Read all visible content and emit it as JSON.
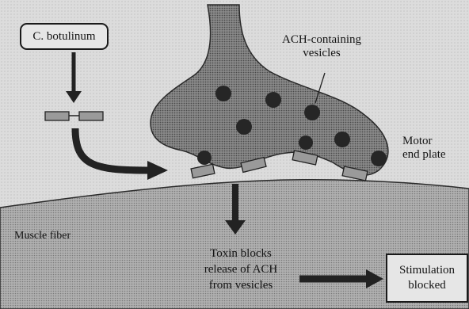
{
  "organism": {
    "label": "C. botulinum"
  },
  "labels": {
    "vesicles": [
      "ACH-containing",
      "vesicles"
    ],
    "endplate": [
      "Motor",
      "end plate"
    ],
    "muscle": "Muscle fiber",
    "toxin": [
      "Toxin blocks",
      "release of ACH",
      "from vesicles"
    ],
    "result": [
      "Stimulation",
      "blocked"
    ]
  },
  "colors": {
    "terminal": "#7a7a7a",
    "muscle": "#a8a8a8",
    "background": "#d9d9d9",
    "vesicle": "#262626",
    "toxin_fragment": "#9a9a9a",
    "arrow": "#222222"
  }
}
